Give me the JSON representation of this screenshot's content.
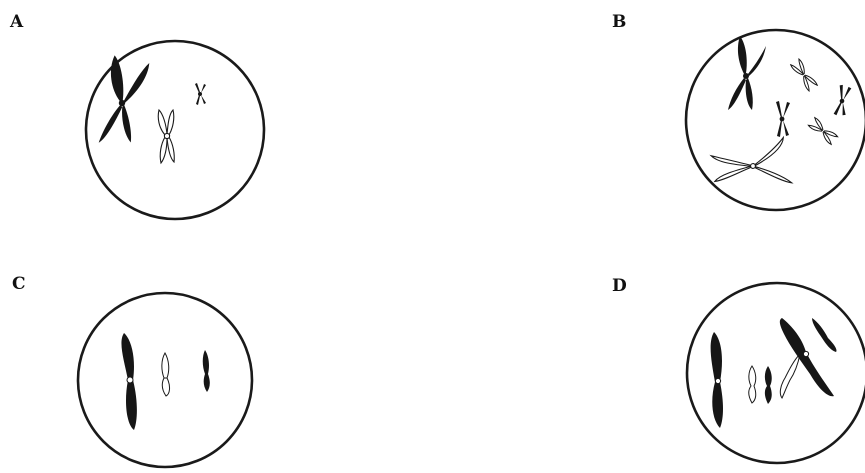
{
  "panels": [
    {
      "id": "a",
      "label": "A"
    },
    {
      "id": "b",
      "label": "B"
    },
    {
      "id": "c",
      "label": "C"
    },
    {
      "id": "d",
      "label": "D"
    }
  ],
  "colors": {
    "outline": "#1a1a1a",
    "chromosome_dark": "#161616",
    "chromosome_light": "#ffffff"
  }
}
